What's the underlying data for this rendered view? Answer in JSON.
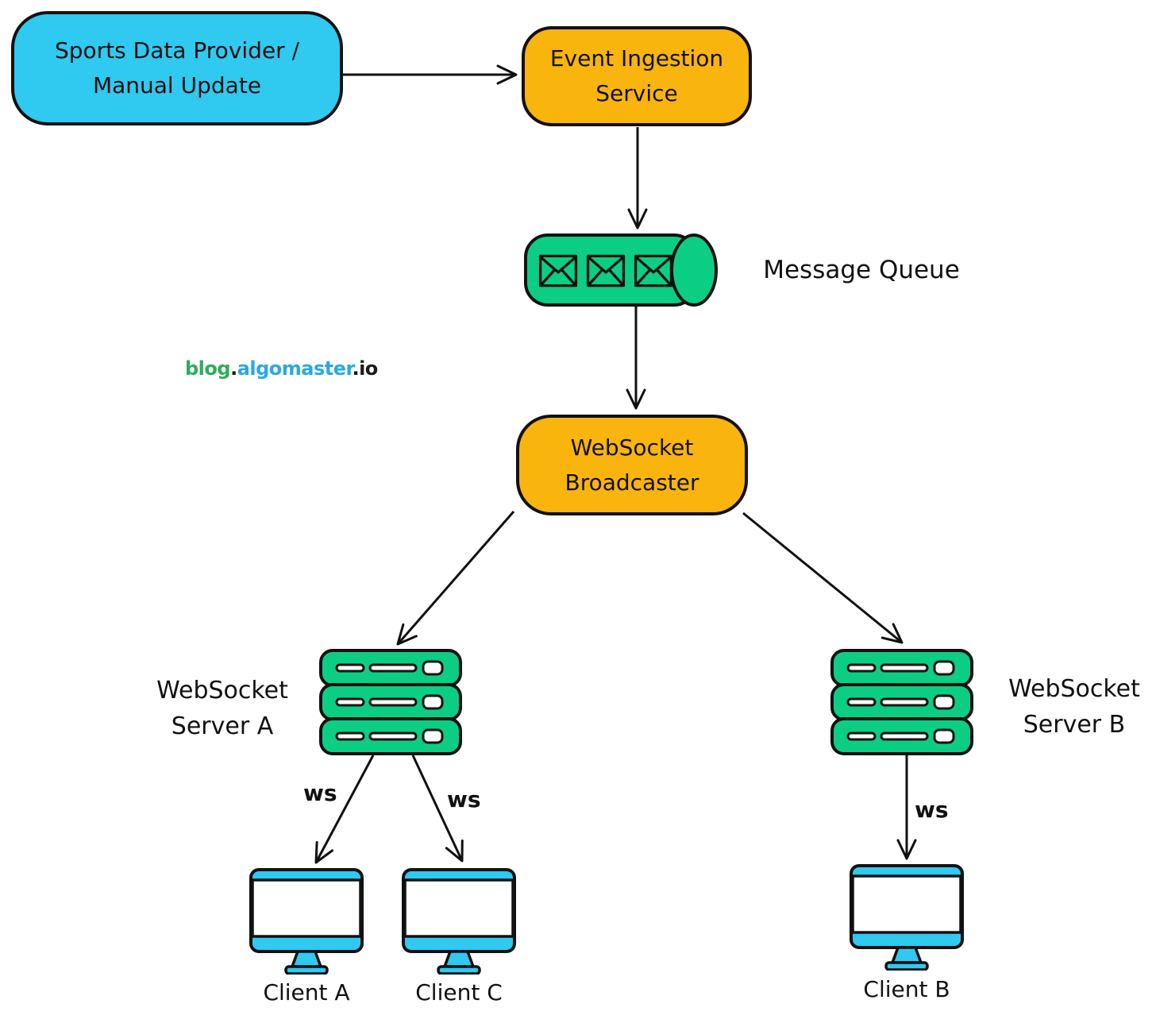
{
  "nodes": {
    "provider": {
      "line1": "Sports Data Provider /",
      "line2": "Manual Update"
    },
    "ingestion": {
      "line1": "Event Ingestion",
      "line2": "Service"
    },
    "queue": {
      "label": "Message Queue"
    },
    "broadcaster": {
      "line1": "WebSocket",
      "line2": "Broadcaster"
    },
    "server_a": {
      "line1": "WebSocket",
      "line2": "Server A"
    },
    "server_b": {
      "line1": "WebSocket",
      "line2": "Server B"
    },
    "client_a": {
      "label": "Client A"
    },
    "client_c": {
      "label": "Client C"
    },
    "client_b": {
      "label": "Client B"
    }
  },
  "edge_labels": {
    "server_a_to_client_a": "ws",
    "server_a_to_client_c": "ws",
    "server_b_to_client_b": "ws"
  },
  "watermark": {
    "blog": "blog",
    "dot1": ".",
    "algomaster": "algomaster",
    "dot2": ".",
    "io": "io"
  },
  "icons": {
    "queue_item": "envelope-icon",
    "server": "server-stack-icon",
    "client": "monitor-icon"
  },
  "colors": {
    "cyan": "#30C9F0",
    "orange": "#F9B40D",
    "green": "#0BCE84",
    "outline": "#111111",
    "watermark_green": "#2BAE5C",
    "watermark_blue": "#29A9E1"
  }
}
